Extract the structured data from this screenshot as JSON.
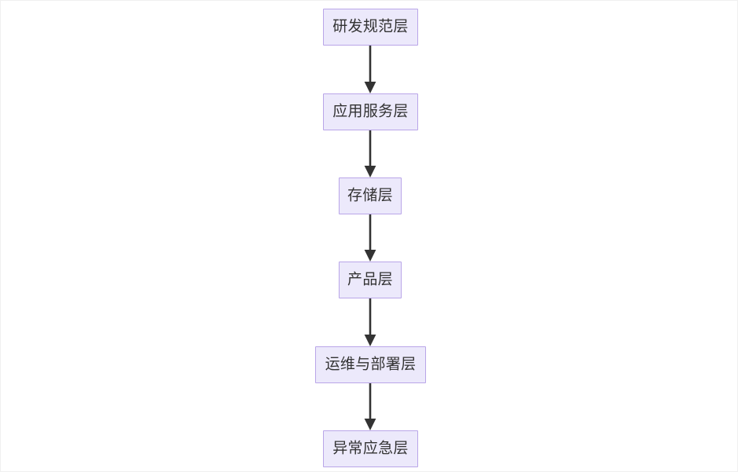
{
  "diagram": {
    "type": "flowchart",
    "direction": "top-to-bottom",
    "title": "",
    "theme": {
      "node_fill": "#ece9fb",
      "node_border": "#b9a5e8",
      "node_text": "#333333",
      "edge_color": "#333333",
      "background": "#ffffff"
    },
    "nodes": [
      {
        "id": "n1",
        "label": "研发规范层"
      },
      {
        "id": "n2",
        "label": "应用服务层"
      },
      {
        "id": "n3",
        "label": "存储层"
      },
      {
        "id": "n4",
        "label": "产品层"
      },
      {
        "id": "n5",
        "label": "运维与部署层"
      },
      {
        "id": "n6",
        "label": "异常应急层"
      }
    ],
    "edges": [
      {
        "from": "n1",
        "to": "n2",
        "label": ""
      },
      {
        "from": "n2",
        "to": "n3",
        "label": ""
      },
      {
        "from": "n3",
        "to": "n4",
        "label": ""
      },
      {
        "from": "n4",
        "to": "n5",
        "label": ""
      },
      {
        "from": "n5",
        "to": "n6",
        "label": ""
      }
    ]
  }
}
